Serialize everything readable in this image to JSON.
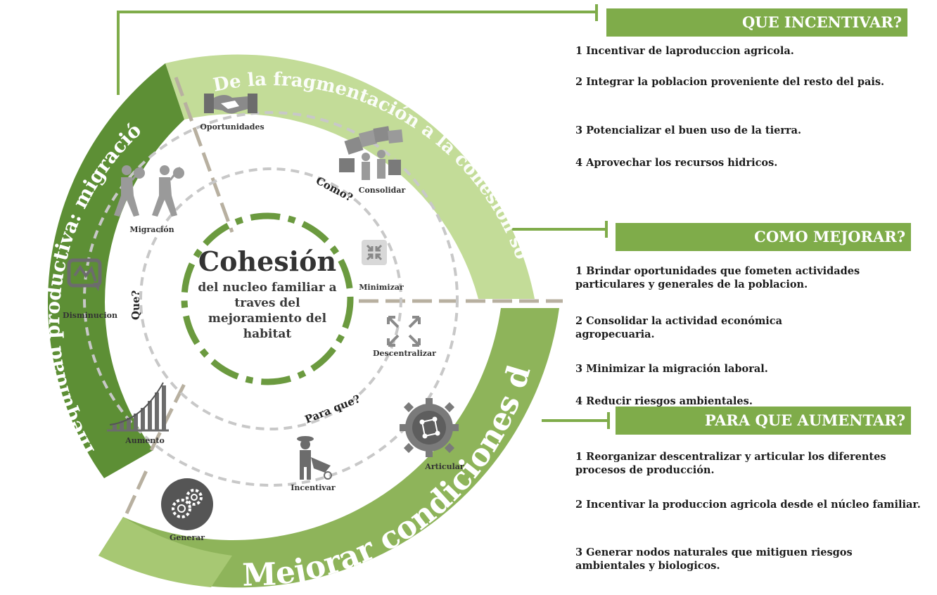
{
  "outer_ring": {
    "top_label": "De la fragmentación a la cohesión social",
    "left_label": "Inequidad productiva: migración",
    "bottom_label": "Mejorar condiciones de vida"
  },
  "center": {
    "title": "Cohesión",
    "line1": "del nucleo familiar a",
    "line2": "traves del",
    "line3": "mejoramiento del",
    "line4": "habitat"
  },
  "questions": {
    "como": "Como?",
    "que": "Que?",
    "para_que": "Para que?"
  },
  "icons": [
    {
      "name": "handshake-icon",
      "label": "Oportunidades"
    },
    {
      "name": "people-carry-icon",
      "label": "Consolidar"
    },
    {
      "name": "migrants-icon",
      "label": "Migración"
    },
    {
      "name": "minimize-icon",
      "label": "Minimizar"
    },
    {
      "name": "decline-chart-icon",
      "label": "Disminucion"
    },
    {
      "name": "expand-arrows-icon",
      "label": "Descentralizar"
    },
    {
      "name": "growth-chart-icon",
      "label": "Aumento"
    },
    {
      "name": "farmer-icon",
      "label": "Incentivar"
    },
    {
      "name": "network-gear-icon",
      "label": "Articular"
    },
    {
      "name": "gears-icon",
      "label": "Generar"
    }
  ],
  "panels": {
    "que_incentivar": {
      "title": "QUE INCENTIVAR?",
      "items": [
        "1 Incentivar de laproduccion agricola.",
        "2 Integrar la poblacion proveniente del resto del pais.",
        "3 Potencializar el buen uso de la tierra.",
        "4 Aprovechar los recursos hidricos."
      ]
    },
    "como_mejorar": {
      "title": "COMO MEJORAR?",
      "items": [
        "1 Brindar oportunidades que fometen actividades particulares y generales de la poblacion.",
        "2 Consolidar la actividad económica agropecuaria.",
        "3 Minimizar la migración laboral.",
        "4  Reducir riesgos ambientales."
      ]
    },
    "para_que_aumentar": {
      "title": "PARA QUE AUMENTAR?",
      "items": [
        "1 Reorganizar descentralizar y articular los diferentes procesos de producción.",
        "2 Incentivar la produccion agricola desde el núcleo familiar.",
        "3 Generar nodos naturales que mitiguen riesgos ambientales y biologicos."
      ]
    }
  },
  "colors": {
    "light_green": "#c3dc98",
    "mid_green": "#8eb45a",
    "dark_green": "#5d8f35",
    "header_green": "#7fac4a",
    "dash_grey": "#c8c8c8"
  }
}
